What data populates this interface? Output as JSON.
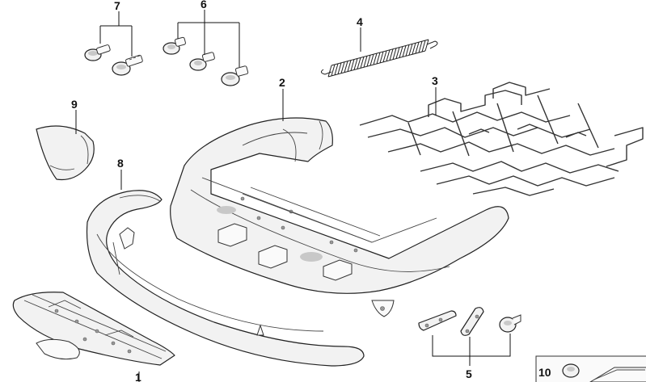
{
  "callouts": {
    "c1": "1",
    "c2": "2",
    "c3": "3",
    "c4": "4",
    "c5": "5",
    "c6": "6",
    "c7": "7",
    "c8": "8",
    "c9": "9",
    "c10": "10"
  },
  "colors": {
    "line": "#222222",
    "fill": "#f2f2f2",
    "shade": "#c8c8c8"
  }
}
